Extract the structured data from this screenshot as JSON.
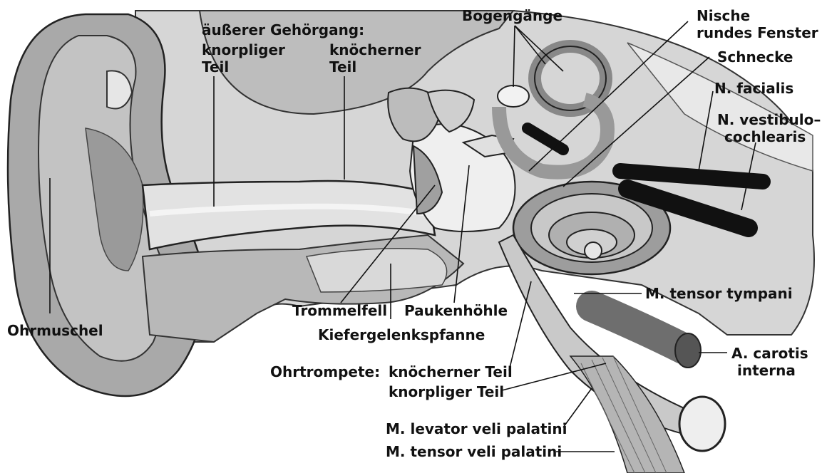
{
  "labels": {
    "bogengaenge": "Bogengänge",
    "nische_1": "Nische",
    "nische_2": "rundes Fenster",
    "schnecke": "Schnecke",
    "n_facialis": "N. facialis",
    "n_vestib_1": "N. vestibulo–",
    "n_vestib_2": "cochlearis",
    "gehoergang": "äußerer Gehörgang:",
    "knorpliger_1": "knorpliger",
    "knorpliger_2": "Teil",
    "knoecherner_1": "knöcherner",
    "knoecherner_2": "Teil",
    "ohrmuschel": "Ohrmuschel",
    "trommelfell": "Trommelfell",
    "paukenhoehle": "Paukenhöhle",
    "kiefergelenk": "Kiefergelenkspfanne",
    "m_tensor_tympani": "M. tensor tympani",
    "a_carotis_1": "A. carotis",
    "a_carotis_2": "interna",
    "ohrtrompete": "Ohrtrompete:",
    "tube_knoechern": "knöcherner Teil",
    "tube_knorplig": "knorpliger Teil",
    "m_levator": "M. levator veli palatini",
    "m_tensor_veli": "M. tensor veli palatini"
  }
}
